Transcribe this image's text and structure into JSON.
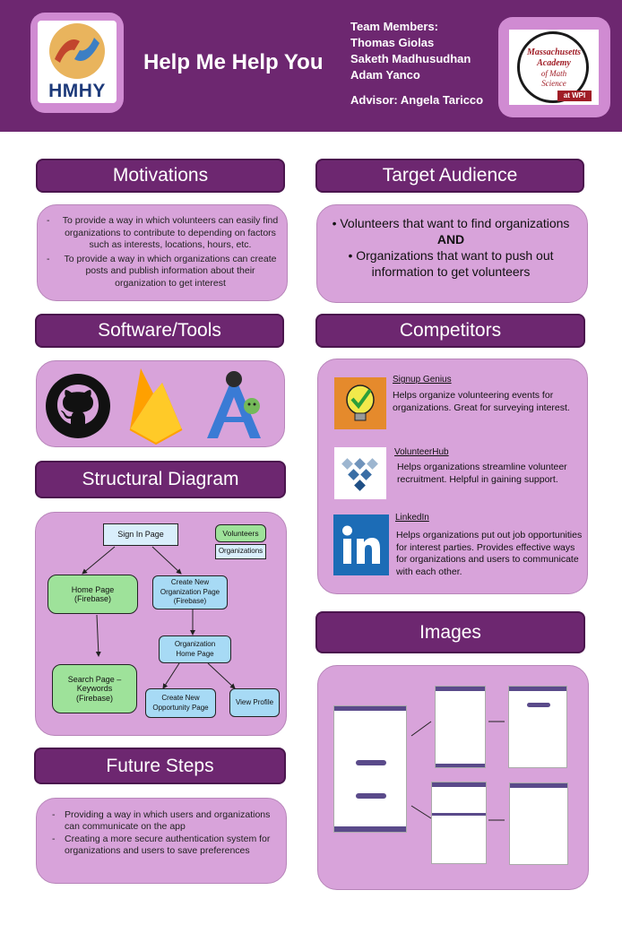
{
  "header": {
    "logo_text": "HMHY",
    "title": "Help Me Help You",
    "team_label": "Team Members:",
    "members": [
      "Thomas Giolas",
      "Saketh Madhusudhan",
      "Adam Yanco"
    ],
    "advisor": "Advisor:  Angela Taricco",
    "school_logo": {
      "line1": "Massachusetts",
      "line2": "Academy",
      "line3": "of Math",
      "line4": "Science",
      "wpi": "at WPI"
    }
  },
  "motivations": {
    "title": "Motivations",
    "items": [
      "To provide a way in which volunteers can easily find organizations to contribute to depending on factors such as interests,  locations, hours, etc.",
      "To provide a way in which organizations can create posts and publish information about  their organization to get interest"
    ]
  },
  "target": {
    "title": "Target Audience",
    "line1": "• Volunteers that want to find organizations",
    "and": "AND",
    "line2": "• Organizations that want to push out information to get volunteers"
  },
  "software": {
    "title": "Software/Tools",
    "icons": [
      "github-icon",
      "firebase-icon",
      "android-studio-icon"
    ]
  },
  "competitors": {
    "title": "Competitors",
    "items": [
      {
        "name": "Signup Genius",
        "desc": "Helps organize volunteering events for organizations. Great for surveying interest."
      },
      {
        "name": "VolunteerHub",
        "desc": "Helps organizations streamline volunteer recruitment. Helpful in gaining support."
      },
      {
        "name": "LinkedIn",
        "desc": "Helps organizations put out job opportunities for interest parties. Provides effective ways for organizations and users to communicate with each other."
      }
    ]
  },
  "diagram": {
    "title": "Structural Diagram",
    "nodes": {
      "signin": "Sign In Page",
      "volunteers": "Volunteers",
      "organizations": "Organizations",
      "home": "Home Page (Firebase)",
      "create_org": "Create New Organization Page (Firebase)",
      "org_home": "Organization Home Page",
      "search": "Search Page – Keywords (Firebase)",
      "create_opp": "Create New Opportunity Page",
      "view_profile": "View Profile"
    }
  },
  "images": {
    "title": "Images"
  },
  "future": {
    "title": "Future Steps",
    "items": [
      "Providing a way in which users and organizations can communicate on the app",
      "Creating a more secure authentication system for organizations and users to save preferences"
    ]
  },
  "colors": {
    "header": "#6d2770",
    "panel": "#d8a3da",
    "node_blue": "#a7daf5",
    "node_green": "#9ee29a"
  }
}
